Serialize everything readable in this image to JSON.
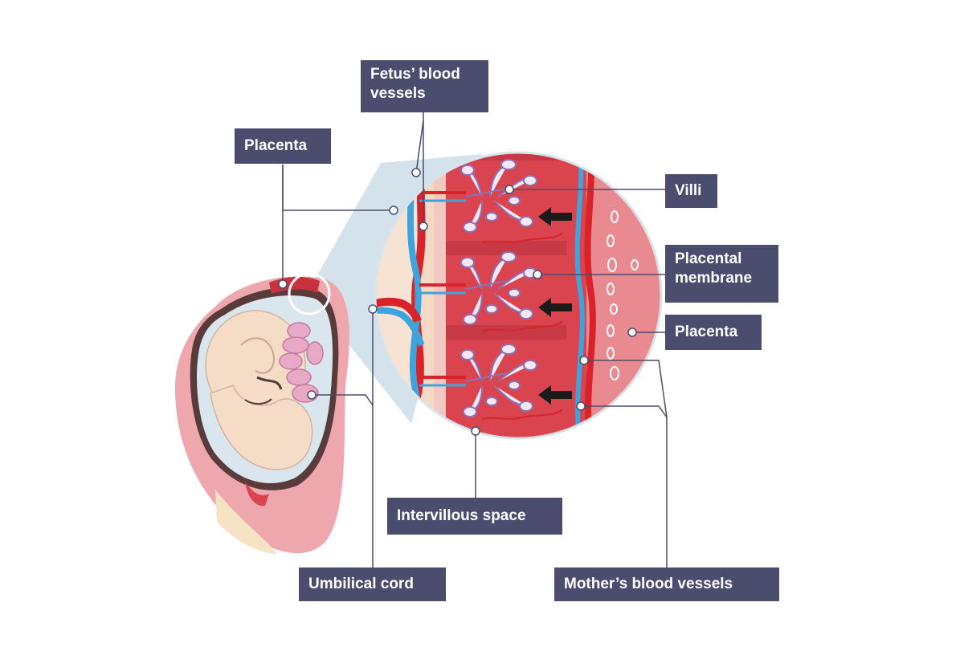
{
  "labels": {
    "fetus_blood_vessels": [
      "Fetus’ blood",
      "vessels"
    ],
    "placenta_left": "Placenta",
    "villi": "Villi",
    "placental_membrane": [
      "Placental",
      "membrane"
    ],
    "placenta_right": "Placenta",
    "intervillous_space": "Intervillous space",
    "umbilical_cord": "Umbilical cord",
    "mothers_blood_vessels": "Mother’s blood vessels"
  },
  "colors": {
    "label_background": "#4a4d6e",
    "label_text": "#ffffff",
    "leader_line": "#4a4d6e",
    "artery_red": "#d8232a",
    "vein_blue": "#3fa3dc",
    "maternal_tissue": "#c73a45",
    "intervillous": "#d9444f",
    "placenta_pink": "#e98a90",
    "villi_purple": "#8b72b8",
    "villi_fill": "#f3e8f3",
    "fetus_skin": "#f5dcc7",
    "uterus_pink": "#efa3ab",
    "zoom_cone": "#b9cfe0"
  },
  "arrows": [
    {
      "direction": "left",
      "meaning": "flow from mother to villi"
    },
    {
      "direction": "left",
      "meaning": "flow from mother to villi"
    },
    {
      "direction": "left",
      "meaning": "flow from mother to villi"
    }
  ]
}
